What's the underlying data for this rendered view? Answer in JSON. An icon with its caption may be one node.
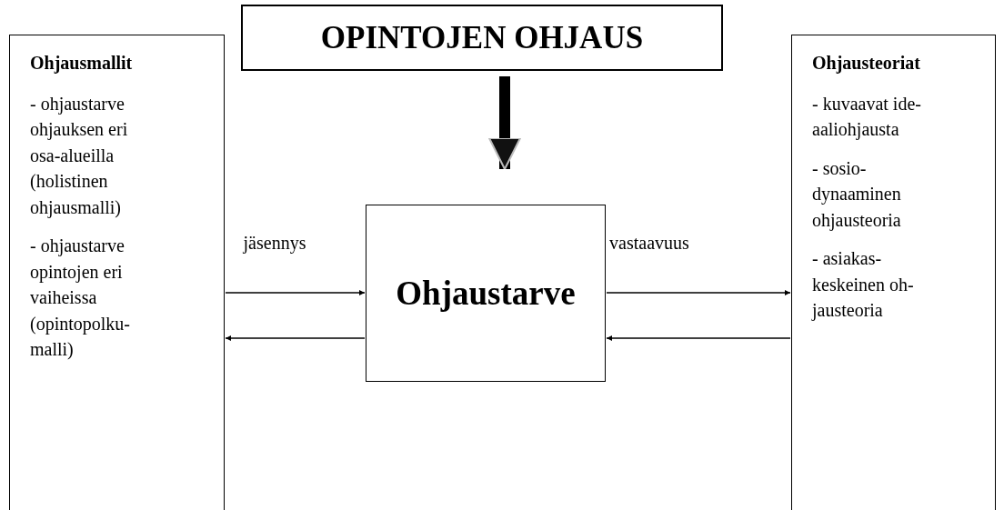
{
  "diagram": {
    "nodes": [
      {
        "text": [
          "OPINTOJEN OHJAUS"
        ]
      },
      {
        "text": [
          "Ohjausmallit",
          "- ohjaustarve ohjauksen eri osa-alueilla (holistinen ohjausmalli)",
          "- ohjaustarve opintojen eri vaiheissa (opintopolku- malli)"
        ]
      },
      {
        "text": [
          "Ohjaustarve"
        ]
      },
      {
        "text": [
          "Ohjausteoriat",
          "- kuvaavat ide- aaliohjausta",
          "- sosio- dynaaminen ohjausteoria",
          "- asiakas- keskeinen oh- jausteoria"
        ]
      }
    ],
    "edges": [
      {
        "from": 0,
        "to": 2,
        "arrow": "to",
        "style": "thick"
      },
      {
        "from": 1,
        "to": 2,
        "arrow": "to",
        "label": "jäsennys"
      },
      {
        "from": 2,
        "to": 1,
        "arrow": "to"
      },
      {
        "from": 2,
        "to": 3,
        "arrow": "to",
        "label": "vastaavuus"
      },
      {
        "from": 3,
        "to": 2,
        "arrow": "to"
      }
    ]
  }
}
